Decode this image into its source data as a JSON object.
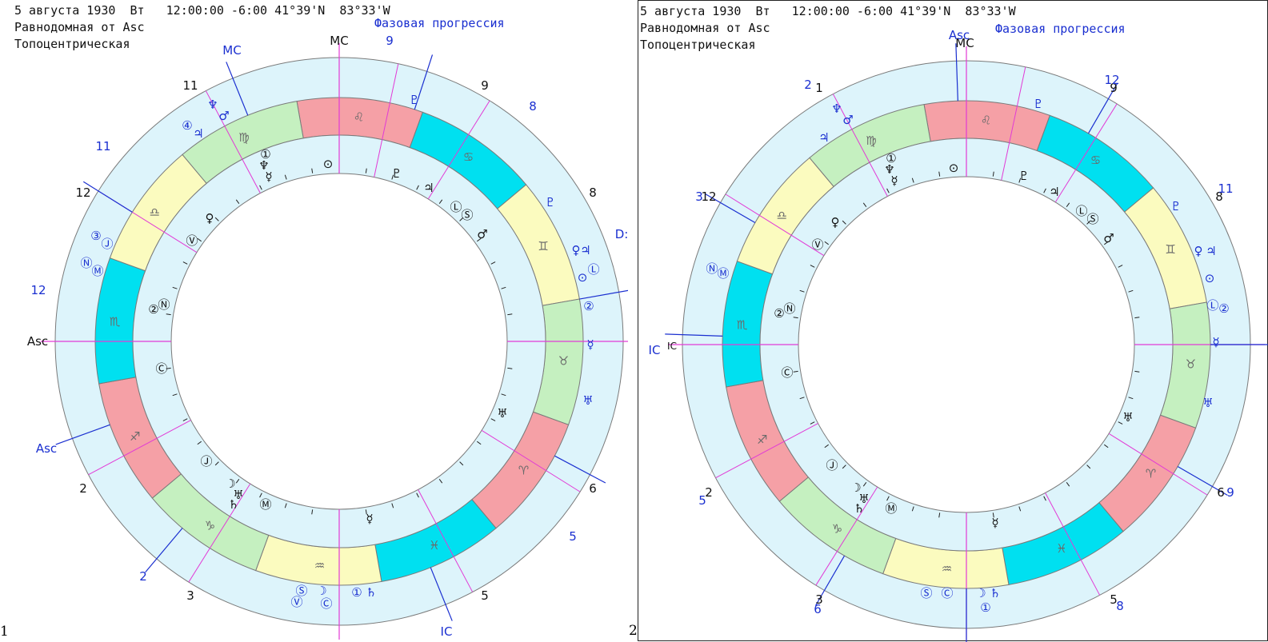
{
  "charts": [
    {
      "header": {
        "line1": "5 августа 1930  Вт   12:00:00 -6:00 41°39'N  83°33'W",
        "line2": "Равнодомная от Asc",
        "line3": "Топоцентрическая"
      },
      "mode_label": "Фазовая прогрессия",
      "corner_label": "1",
      "axis_labels": {
        "mc_main": "MC",
        "asc_main": "Asc",
        "mc_prog": "MC",
        "asc_prog": "Asc",
        "ic_prog": "IC",
        "d_prog": "D:"
      },
      "house_numbers_black": [
        "11",
        "9",
        "8",
        "12",
        "2",
        "6",
        "3",
        "5"
      ],
      "house_numbers_blue": [
        "9",
        "8",
        "11",
        "12",
        "5",
        "2"
      ],
      "planet_labels_blue": [
        "④",
        "♃",
        "③",
        "Ⓙ",
        "Ⓝ",
        "Ⓜ",
        "♀",
        "♃",
        "⊙",
        "Ⓛ",
        "②",
        "☿",
        "♅",
        "Ⓢ",
        "Ⓥ",
        "☽",
        "Ⓒ",
        "①",
        "♄",
        "♆",
        "♂",
        "♇",
        "♇"
      ],
      "planet_labels_black": [
        "①",
        "♆",
        "☿",
        "⊙",
        "♇",
        "♃",
        "Ⓛ",
        "Ⓢ",
        "♂",
        "♀",
        "Ⓥ",
        "②",
        "Ⓝ",
        "Ⓒ",
        "Ⓙ",
        "☽",
        "♅",
        "♄",
        "Ⓜ",
        "☿",
        "♅"
      ],
      "signs": [
        "♌",
        "♋",
        "♊",
        "♉",
        "♈",
        "♓",
        "♒",
        "♑",
        "♐",
        "♏",
        "♎",
        "♍"
      ]
    },
    {
      "header": {
        "line1": "5 августа 1930  Вт   12:00:00 -6:00 41°39'N  83°33'W",
        "line2": "Равнодомная от Asc",
        "line3": "Топоцентрическая"
      },
      "mode_label": "Фазовая прогрессия",
      "corner_label": "2",
      "axis_labels": {
        "mc_main": "MC",
        "asc_prog": "Asc",
        "ic_prog": "IC",
        "ic_main": "IC"
      },
      "house_numbers_black": [
        "1",
        "12",
        "9",
        "8",
        "6",
        "5",
        "3",
        "2"
      ],
      "house_numbers_blue": [
        "2",
        "12",
        "11",
        "3",
        "9",
        "8",
        "5",
        "6"
      ],
      "planet_labels_blue": [
        "♃",
        "Ⓝ",
        "Ⓜ",
        "♀",
        "♃",
        "⊙",
        "Ⓛ",
        "②",
        "☿",
        "♅",
        "Ⓢ",
        "Ⓒ",
        "☽",
        "♄",
        "①",
        "♆",
        "♂",
        "♇",
        "♇"
      ],
      "planet_labels_black": [
        "①",
        "♆",
        "☿",
        "⊙",
        "♇",
        "♃",
        "Ⓛ",
        "Ⓢ",
        "♂",
        "♀",
        "Ⓥ",
        "②",
        "Ⓝ",
        "Ⓒ",
        "Ⓙ",
        "☽",
        "♅",
        "♄",
        "Ⓜ",
        "☿",
        "♅"
      ],
      "signs": [
        "♌",
        "♋",
        "♊",
        "♉",
        "♈",
        "♓",
        "♒",
        "♑",
        "♐",
        "♏",
        "♎",
        "♍"
      ]
    }
  ],
  "colors": {
    "outer_ring": "#ddf4fb",
    "inner_ring": "#ddf4fb",
    "house_line": "#e23ad6",
    "prog_line": "#1a2fd0",
    "ring_stroke": "#7a7a7a",
    "sign_colors": [
      "#f5a0a6",
      "#00e0f0",
      "#fbfbbf",
      "#c5f0c0",
      "#f5a0a6",
      "#00e0f0",
      "#fbfbbf",
      "#c5f0c0",
      "#f5a0a6",
      "#00e0f0",
      "#fbfbbf",
      "#c5f0c0"
    ]
  }
}
